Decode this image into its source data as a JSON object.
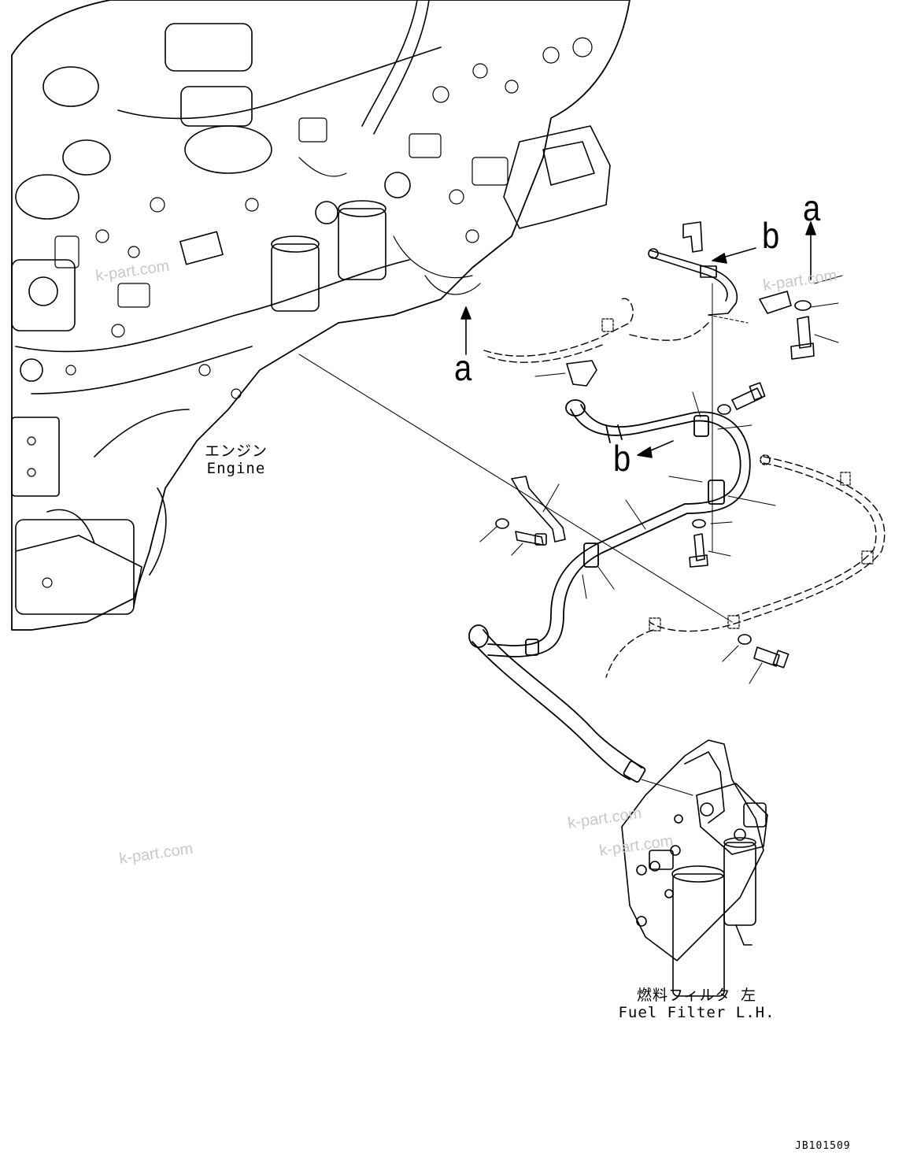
{
  "callouts": {
    "a_upper": "a",
    "a_lower": "a",
    "b_upper": "b",
    "b_lower": "b"
  },
  "labels": {
    "engine_jp": "エンジン",
    "engine_en": "Engine",
    "fuel_filter_jp": "燃料フィルタ 左",
    "fuel_filter_en": "Fuel Filter L.H."
  },
  "watermarks": [
    "k-part.com",
    "k-part.com",
    "k-part.com",
    "k-part.com",
    "k-part.com"
  ],
  "drawing_code": "JB101509",
  "colors": {
    "line": "#000000",
    "watermark": "#c8c8c8",
    "background": "#ffffff"
  }
}
